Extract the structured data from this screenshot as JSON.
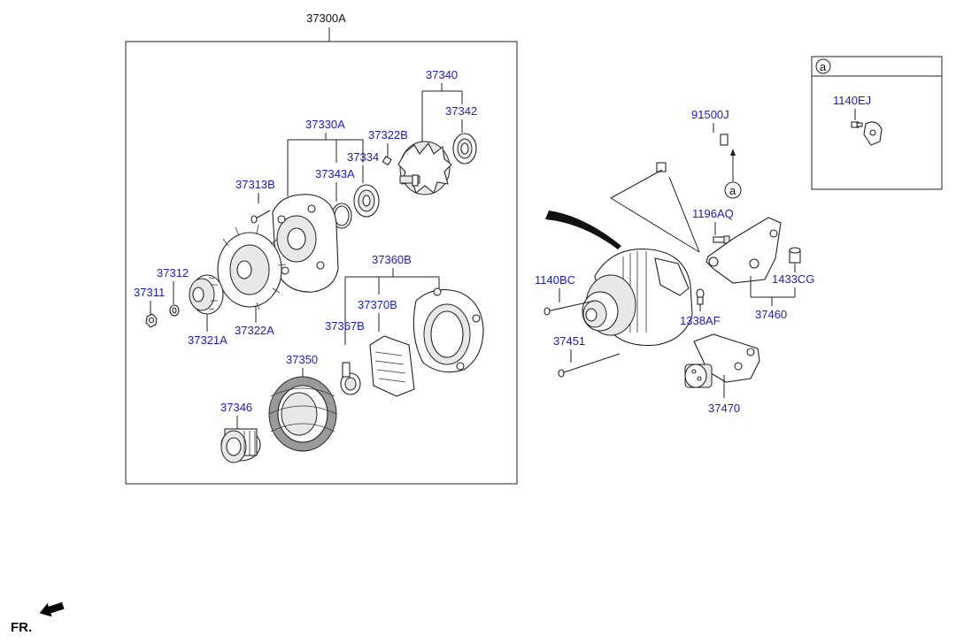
{
  "diagram": {
    "assembly_label": "37300A",
    "parts": {
      "p37340": "37340",
      "p37342": "37342",
      "p37330A": "37330A",
      "p37322B": "37322B",
      "p37334": "37334",
      "p37343A": "37343A",
      "p37313B": "37313B",
      "p37312": "37312",
      "p37311": "37311",
      "p37321A": "37321A",
      "p37322A": "37322A",
      "p37360B": "37360B",
      "p37370B": "37370B",
      "p37367B": "37367B",
      "p37350": "37350",
      "p37346": "37346",
      "p91500J": "91500J",
      "p1196AQ": "1196AQ",
      "p1140BC": "1140BC",
      "p1433CG": "1433CG",
      "p37460": "37460",
      "p1338AF": "1338AF",
      "p37451": "37451",
      "p37470": "37470"
    },
    "callout_ref": "a",
    "inset": {
      "header": "a",
      "part": "1140EJ"
    },
    "direction_label": "FR."
  },
  "colors": {
    "label": "#1a1ad6",
    "line": "#222222"
  }
}
